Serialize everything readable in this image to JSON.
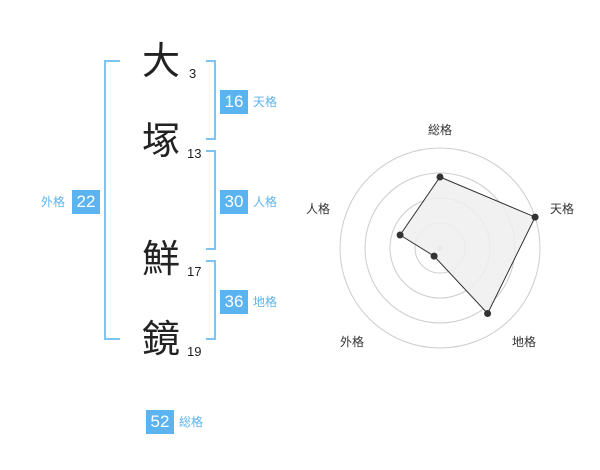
{
  "name": {
    "chars": [
      {
        "char": "大",
        "strokes": "3"
      },
      {
        "char": "塚",
        "strokes": "13"
      },
      {
        "char": "鮮",
        "strokes": "17"
      },
      {
        "char": "鏡",
        "strokes": "19"
      }
    ]
  },
  "fortune": {
    "tenkaku": {
      "value": "16",
      "label": "天格"
    },
    "jinkaku": {
      "value": "30",
      "label": "人格"
    },
    "chikaku": {
      "value": "36",
      "label": "地格"
    },
    "gaikaku": {
      "value": "22",
      "label": "外格"
    },
    "soukaku": {
      "value": "52",
      "label": "総格"
    }
  },
  "chart_data": {
    "type": "radar",
    "axes": [
      "総格",
      "天格",
      "地格",
      "外格",
      "人格"
    ],
    "values": [
      0.71,
      1.0,
      0.81,
      0.1,
      0.42
    ],
    "range": [
      0,
      1
    ],
    "rings": 4,
    "colors": {
      "fill": "#eeeeee",
      "stroke": "#333333",
      "grid": "#cccccc"
    }
  }
}
